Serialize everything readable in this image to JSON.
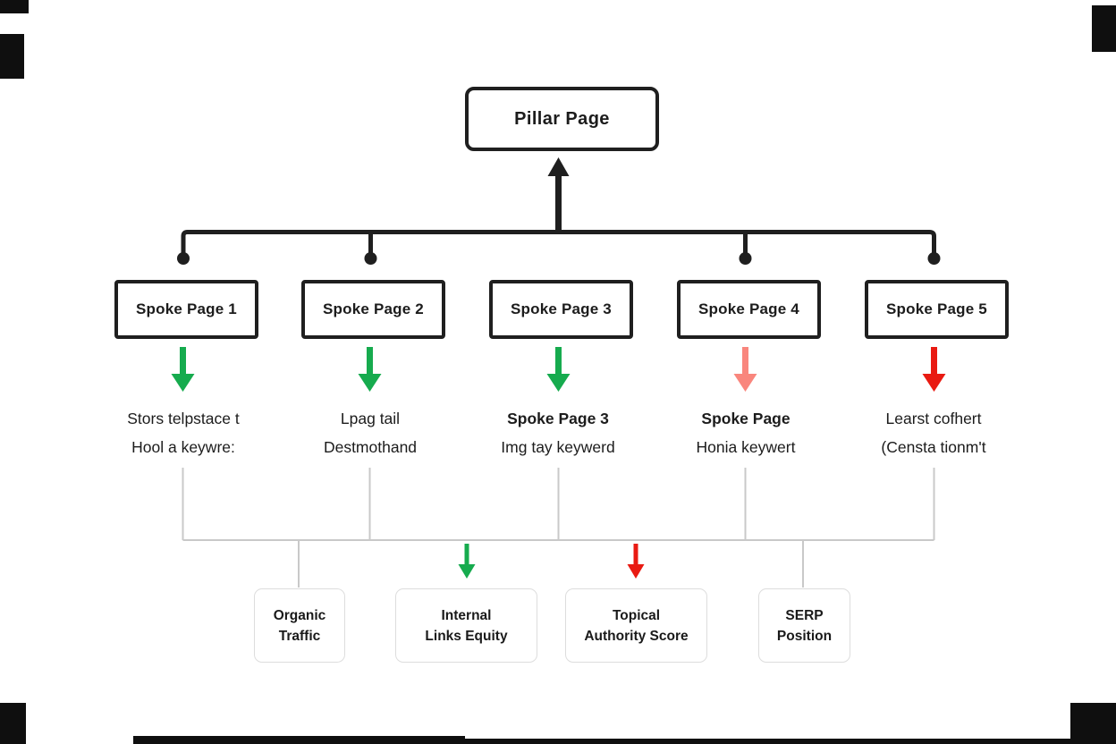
{
  "title": "Pillar Page topic cluster diagram",
  "colors": {
    "line_black": "#1f1f1f",
    "line_grey": "#c9c9c9",
    "green": "#16ab4e",
    "light_red": "#f9867d",
    "red": "#e91a12"
  },
  "pillar": {
    "label": "Pillar Page"
  },
  "spokes": [
    {
      "label": "Spoke Page 1",
      "note1": "Stors telpstace t",
      "note2": "Hool a keywre:"
    },
    {
      "label": "Spoke Page 2",
      "note1": "Lpag tail",
      "note2": "Destmothand"
    },
    {
      "label": "Spoke Page 3",
      "note1": "Spoke Page 3",
      "note2": "Img tay keywerd"
    },
    {
      "label": "Spoke Page 4",
      "note1": "Spoke Page",
      "note2": "Honia keywert"
    },
    {
      "label": "Spoke Page 5",
      "note1": "Learst cofhert",
      "note2": "(Censta tionm't"
    }
  ],
  "metrics": [
    {
      "line1": "Organic",
      "line2": "Traffic"
    },
    {
      "line1": "Internal",
      "line2": "Links Equity"
    },
    {
      "line1": "Topical",
      "line2": "Authority Score"
    },
    {
      "line1": "SERP",
      "line2": "Position"
    }
  ]
}
